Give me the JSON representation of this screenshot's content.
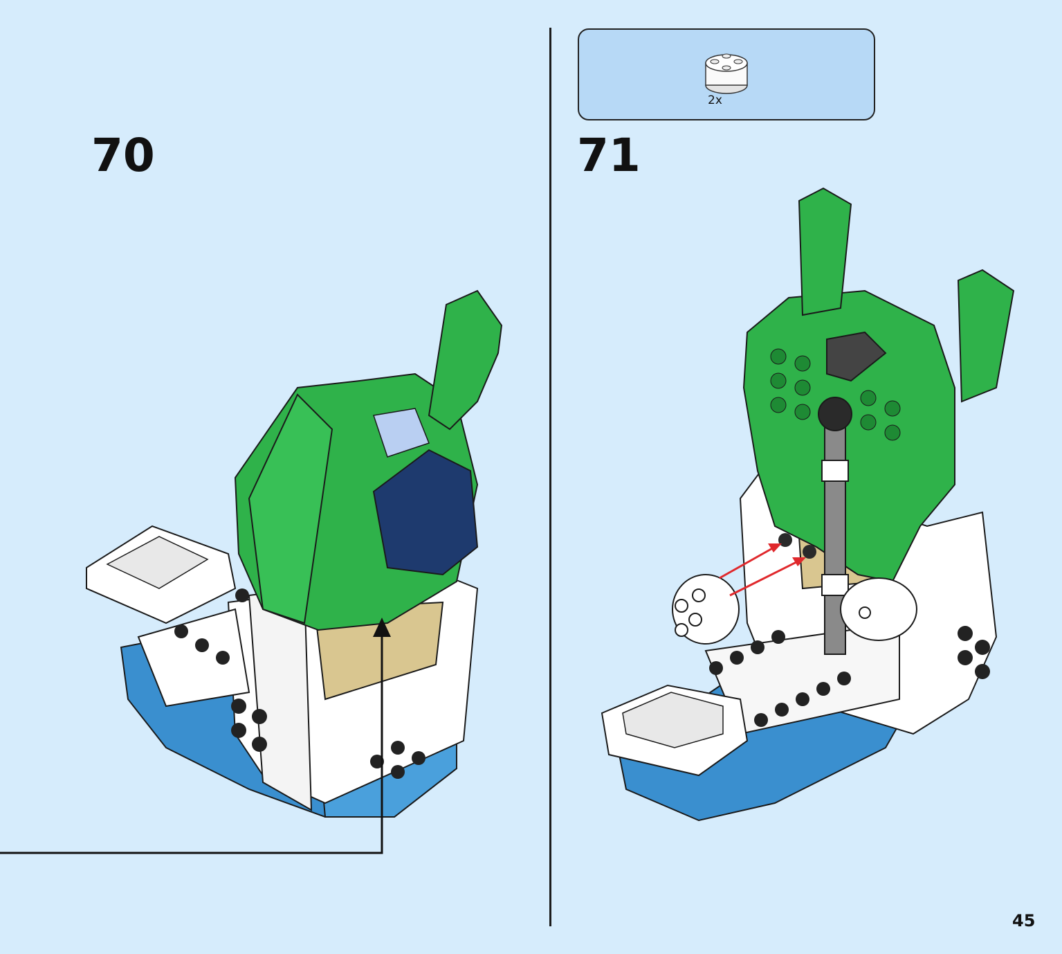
{
  "steps": [
    {
      "number": "70"
    },
    {
      "number": "71",
      "parts": [
        {
          "qty": "2x",
          "icon": "white-round-brick-2x2-icon"
        }
      ]
    }
  ],
  "page_number": "45",
  "colors": {
    "background": "#d6ecfc",
    "callout": "#b7d9f6",
    "green": "#2fb24a",
    "white": "#ffffff",
    "blue": "#3a8fcf",
    "tan": "#d9c690",
    "dark_blue": "#1e3a6e",
    "arrow_red": "#e0282c"
  }
}
